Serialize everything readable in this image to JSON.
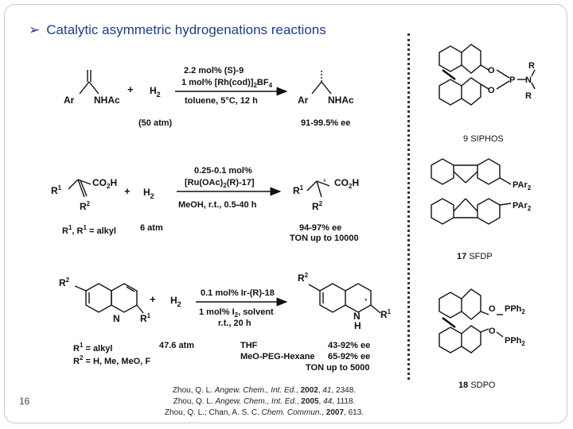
{
  "title": "Catalytic asymmetric hydrogenations reactions",
  "title_bullet": "➢",
  "slide_number": "16",
  "reaction1": {
    "substrate_left": "Ar",
    "substrate_right": "NHAc",
    "plus": "+",
    "reagent": "H",
    "reagent_sub": "2",
    "above_arrow_1": "2.2 mol% (S)-9",
    "above_arrow_2": "1 mol% [Rh(cod)]",
    "above_arrow_2_sub": "2",
    "above_arrow_2_tail": "BF",
    "above_arrow_2_sub2": "4",
    "below_arrow": "toluene, 5°C, 12 h",
    "product_left": "Ar",
    "product_right": "NHAc",
    "pressure": "(50 atm)",
    "result": "91-99.5% ee"
  },
  "reaction2": {
    "r1_label": "R",
    "r1_sup": "1",
    "co2h": "CO",
    "co2h_sub": "2",
    "co2h_tail": "H",
    "r2_label": "R",
    "r2_sup": "2",
    "plus": "+",
    "reagent": "H",
    "reagent_sub": "2",
    "above_arrow_1": "0.25-0.1 mol%",
    "above_arrow_2": "[Ru(OAc)",
    "above_arrow_2_sub": "2",
    "above_arrow_2_tail": "(R)-17]",
    "below_arrow": "MeOH, r.t., 0.5-40 h",
    "product_r1": "R",
    "product_r1_sup": "1",
    "product_star": "*",
    "product_r2": "R",
    "product_r2_sup": "2",
    "condition_left": "R",
    "condition_left_sup": "1",
    "condition_left_mid": ", R",
    "condition_left_sup2": "1",
    "condition_left_tail": " = alkyl",
    "pressure": "6 atm",
    "result_1": "94-97% ee",
    "result_2": "TON up to 10000"
  },
  "reaction3": {
    "r2_label": "R",
    "r2_sup": "2",
    "n_label": "N",
    "r1_label": "R",
    "r1_sup": "1",
    "plus": "+",
    "reagent": "H",
    "reagent_sub": "2",
    "above_arrow": "0.1 mol% Ir-(R)-18",
    "below_arrow_1": "1 mol% I",
    "below_arrow_1_sub": "2",
    "below_arrow_1_tail": ", solvent",
    "below_arrow_2": "r.t., 20 h",
    "product_r2": "R",
    "product_r2_sup": "2",
    "product_nh_n": "N",
    "product_nh_h": "H",
    "product_star": "*",
    "product_r1": "R",
    "product_r1_sup": "1",
    "cond_1a": "R",
    "cond_1a_sup": "1",
    "cond_1a_tail": " = alkyl",
    "cond_1b": "R",
    "cond_1b_sup": "2",
    "cond_1b_tail": " = H, Me, MeO, F",
    "pressure": "47.6 atm",
    "solvent_1": "THF",
    "solvent_2": "MeO-PEG-Hexane",
    "result_1": "43-92% ee",
    "result_2": "65-92% ee",
    "result_3": "TON up to 5000"
  },
  "ligands": {
    "siphos_num": "9",
    "siphos_name": "SIPHOS",
    "siphos_o1": "O",
    "siphos_o2": "O",
    "siphos_p": "P",
    "siphos_n": "N",
    "siphos_r1": "R",
    "siphos_r2": "R",
    "sfdp_num": "17",
    "sfdp_name": "SFDP",
    "sfdp_par": "PAr",
    "sfdp_par_sub": "2",
    "sdpo_num": "18",
    "sdpo_name": "SDPO",
    "sdpo_o": "O",
    "sdpo_pph": "PPh",
    "sdpo_pph_sub": "2"
  },
  "references": [
    {
      "authors": "Zhou, Q. L. ",
      "journal": "Angew. Chem., Int. Ed.",
      "year": "2002",
      "sep": ", ",
      "volume": "41",
      "pages": ", 2348."
    },
    {
      "authors": "Zhou, Q. L. ",
      "journal": "Angew. Chem., Int. Ed.",
      "year": "2005",
      "sep": ", ",
      "volume": "44",
      "pages": ", 1118."
    },
    {
      "authors": "Zhou, Q. L.; Chan, A. S. C. ",
      "journal": "Chem. Commun.",
      "year": "2007",
      "sep": ", ",
      "volume": "",
      "pages": "613."
    }
  ],
  "colors": {
    "title": "#1f3b8f",
    "text": "#111111",
    "frame": "#c9c9c9"
  }
}
